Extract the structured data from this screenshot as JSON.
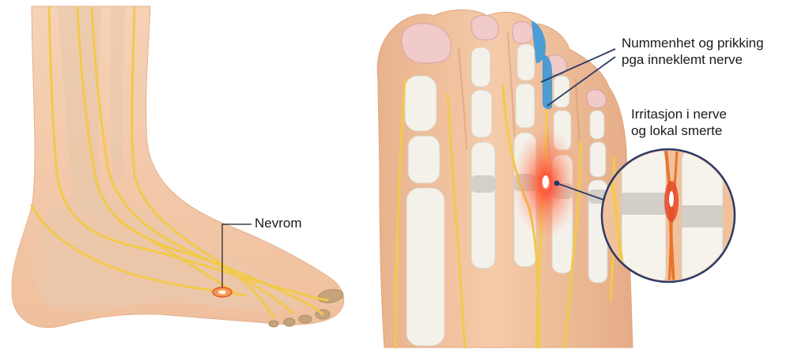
{
  "labels": {
    "nevrom": "Nevrom",
    "numbness_line1": "Nummenhet og prikking",
    "numbness_line2": "pga inneklemt nerve",
    "irritation_line1": "Irritasjon i nerve",
    "irritation_line2": "og lokal smerte"
  },
  "colors": {
    "skin": "#f3c7a3",
    "skin_shadow": "#e2a983",
    "bone": "#f4f1ea",
    "cartilage": "#c9c6bf",
    "nerve": "#f2c94a",
    "nerve_irritated": "#e8742a",
    "pain_glow": "#ff3b2f",
    "numbness": "#3a9ad9",
    "nail": "#efc4c4",
    "leader_line": "#2a3a66"
  },
  "icons": [
    "side-foot-illustration",
    "top-foot-illustration",
    "magnified-nerve-circle"
  ]
}
